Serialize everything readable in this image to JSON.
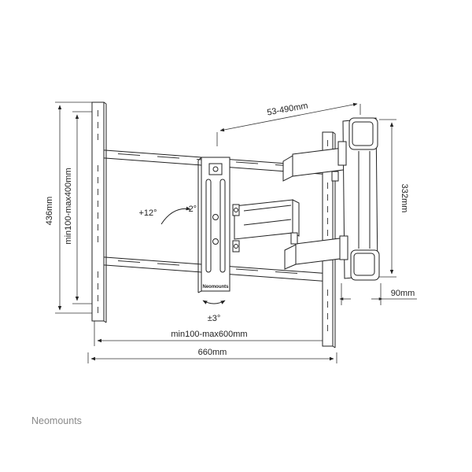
{
  "dimensions": {
    "height_total": "436mm",
    "vesa_vertical": "min100-max400mm",
    "extension": "53-490mm",
    "wall_plate_height": "332mm",
    "wall_plate_depth": "90mm",
    "vesa_horizontal": "min100-max600mm",
    "width_total": "660mm"
  },
  "adjustments": {
    "tilt_up": "+12°",
    "tilt_down": "-2°",
    "rotation": "±3°"
  },
  "product_label": "Neomounts",
  "brand": "Neomounts"
}
